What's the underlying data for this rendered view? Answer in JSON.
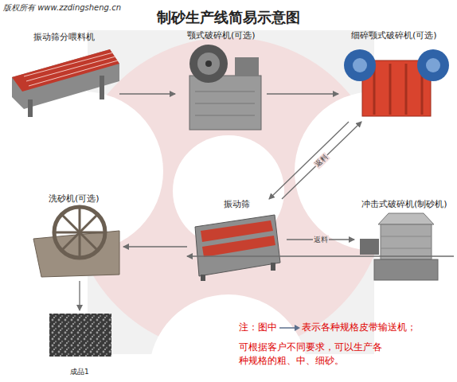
{
  "diagram": {
    "title": "制砂生产线简易示意图",
    "nodes": [
      {
        "text": [
          "振动筛分喂料机"
        ]
      },
      {
        "text": [
          "颚式破碎机(可选)"
        ]
      },
      {
        "text": [
          "细碎颚式破碎机(可选)"
        ]
      },
      {
        "text": [
          "振动筛"
        ]
      },
      {
        "text": [
          "冲击式破碎机(制砂机)"
        ]
      },
      {
        "text": [
          "洗砂机(可选)"
        ]
      },
      {
        "text": [
          "成品1"
        ]
      }
    ],
    "edges": [
      {
        "from": 0,
        "to": 1,
        "arrow": "to"
      },
      {
        "from": 1,
        "to": 2,
        "arrow": "to"
      },
      {
        "from": 2,
        "to": 3,
        "arrow": "to"
      },
      {
        "from": 3,
        "to": 2,
        "label": "返料",
        "arrow": "to"
      },
      {
        "from": 3,
        "to": 4,
        "label": "返料",
        "arrow": "to"
      },
      {
        "from": 4,
        "to": 3,
        "arrow": "to"
      },
      {
        "from": 3,
        "to": 5,
        "arrow": "to"
      },
      {
        "from": 5,
        "to": 6,
        "arrow": "to"
      }
    ],
    "labels": [
      "版权所有 www.zzdingsheng.cn",
      "注：图中",
      "表示各种规格皮带输送机；",
      "可根据客户不同要求，可以生产各种规格的粗、中、细砂。"
    ]
  }
}
